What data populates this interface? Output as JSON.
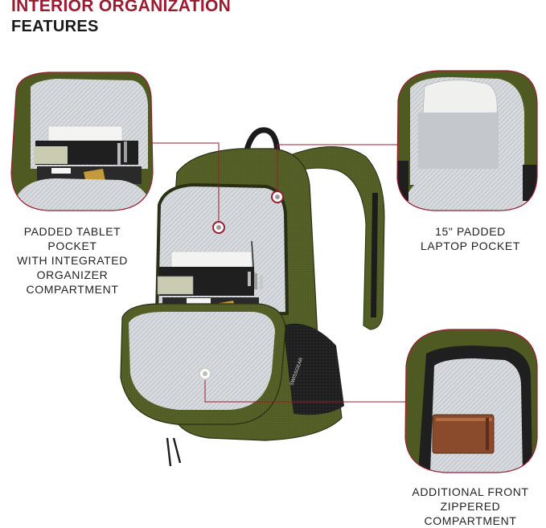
{
  "header": {
    "title": "INTERIOR ORGANIZATION",
    "subtitle": "FEATURES"
  },
  "callouts": [
    {
      "lines": [
        "PADDED TABLET POCKET",
        "WITH INTEGRATED",
        "ORGANIZER",
        "COMPARTMENT"
      ]
    },
    {
      "lines": [
        "15\" PADDED",
        "LAPTOP POCKET"
      ]
    },
    {
      "lines": [
        "ADDITIONAL FRONT",
        "ZIPPERED",
        "COMPARTMENT"
      ]
    }
  ],
  "colors": {
    "accent": "#9b1b30",
    "olive": "#4f5a22",
    "lining": "#c9ccd0"
  }
}
